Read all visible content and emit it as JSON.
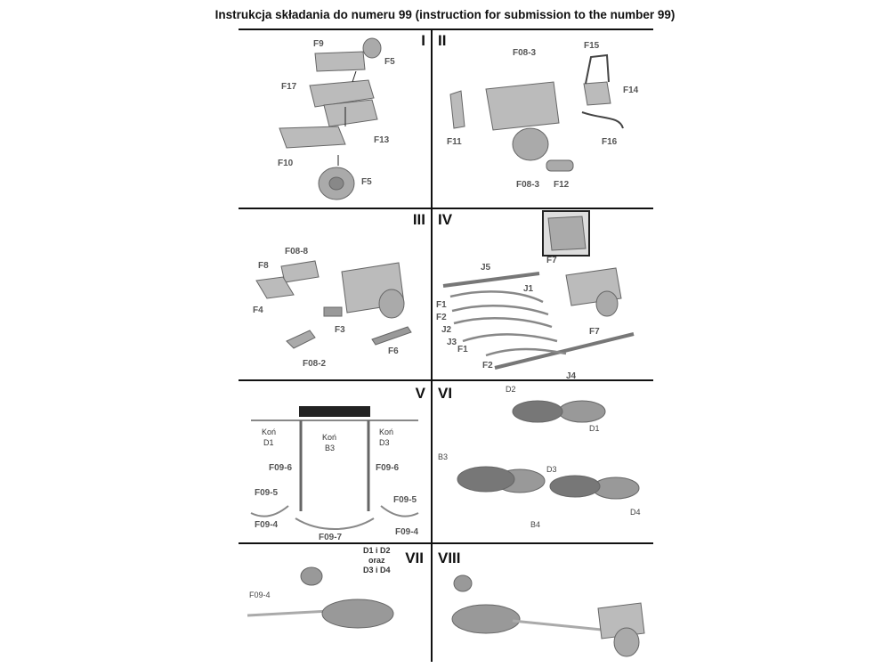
{
  "header": {
    "title": "Instrukcja składania do numeru 99 (instruction for submission to the number 99)"
  },
  "panels": [
    {
      "num": "I",
      "labels": [
        "F9",
        "F5",
        "F17",
        "F13",
        "F10",
        "F5"
      ]
    },
    {
      "num": "II",
      "labels": [
        "F08-3",
        "F15",
        "F14",
        "F11",
        "F16",
        "F08-3",
        "F12"
      ]
    },
    {
      "num": "III",
      "labels": [
        "F08-8",
        "F8",
        "F4",
        "F3",
        "F6",
        "F08-2"
      ]
    },
    {
      "num": "IV",
      "labels": [
        "F7",
        "J5",
        "J1",
        "F1",
        "F2",
        "J2",
        "J3",
        "F1",
        "F7",
        "F2",
        "J4"
      ]
    },
    {
      "num": "V",
      "labels": [
        "Koń",
        "D1",
        "Koń",
        "B3",
        "Koń",
        "D3",
        "F09-6",
        "F09-6",
        "F09-5",
        "F09-5",
        "F09-4",
        "F09-4",
        "F09-7"
      ]
    },
    {
      "num": "VI",
      "labels": [
        "D2",
        "D1",
        "B3",
        "D3",
        "B4",
        "D4"
      ]
    },
    {
      "num": "VII",
      "labels": [
        "D1 i D2",
        "oraz",
        "D3 i D4",
        "F09-4"
      ]
    },
    {
      "num": "VIII",
      "labels": []
    }
  ]
}
